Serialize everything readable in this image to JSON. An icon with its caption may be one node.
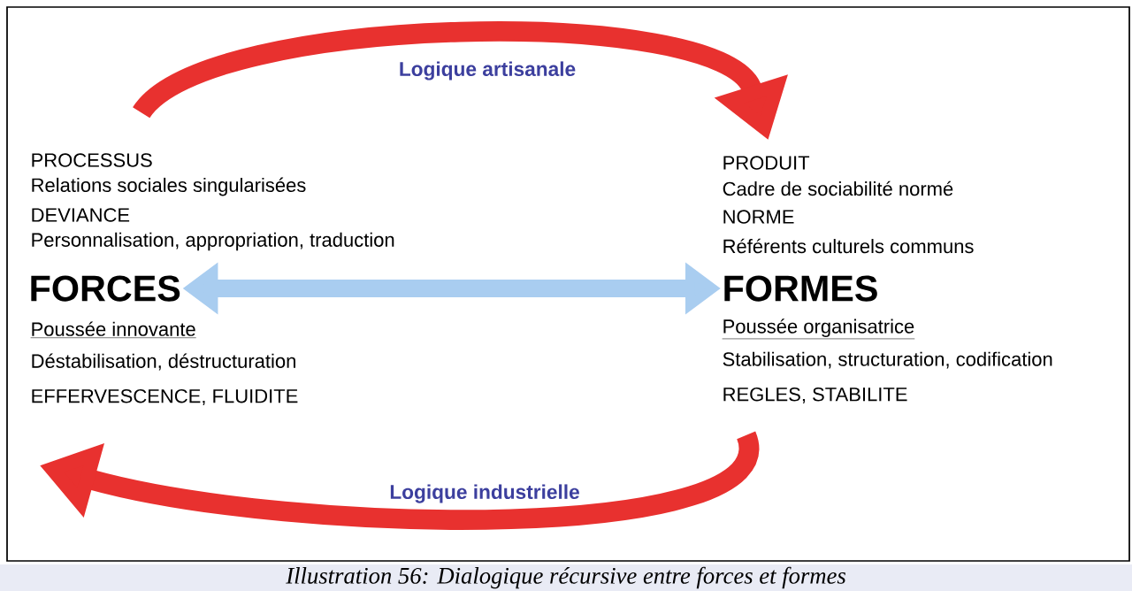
{
  "diagram": {
    "caption": "Illustration 56: Dialogique récursive entre forces et formes",
    "nodes": [
      {
        "text": [
          "PROCESSUS",
          "Relations sociales singularisées",
          "DEVIANCE",
          "Personnalisation, appropriation, traduction",
          "Poussée innovante",
          "Déstabilisation, déstructuration",
          "EFFERVESCENCE, FLUIDITE"
        ]
      },
      {
        "text": [
          "FORCES"
        ],
        "in": 0
      },
      {
        "text": [
          "PRODUIT",
          "Cadre de sociabilité normé",
          "NORME",
          "Référents culturels communs",
          "Poussée organisatrice",
          "Stabilisation, structuration, codification",
          "REGLES, STABILITE"
        ]
      },
      {
        "text": [
          "FORMES"
        ],
        "in": 2
      }
    ],
    "edges": [
      {
        "from": 1,
        "to": 3,
        "arrow": "both",
        "color": "#a9cdf0"
      },
      {
        "from": 0,
        "to": 2,
        "arrow": "to",
        "label": "Logique artisanale"
      },
      {
        "from": 2,
        "to": 0,
        "arrow": "to",
        "label": "Logique industrielle"
      }
    ]
  }
}
